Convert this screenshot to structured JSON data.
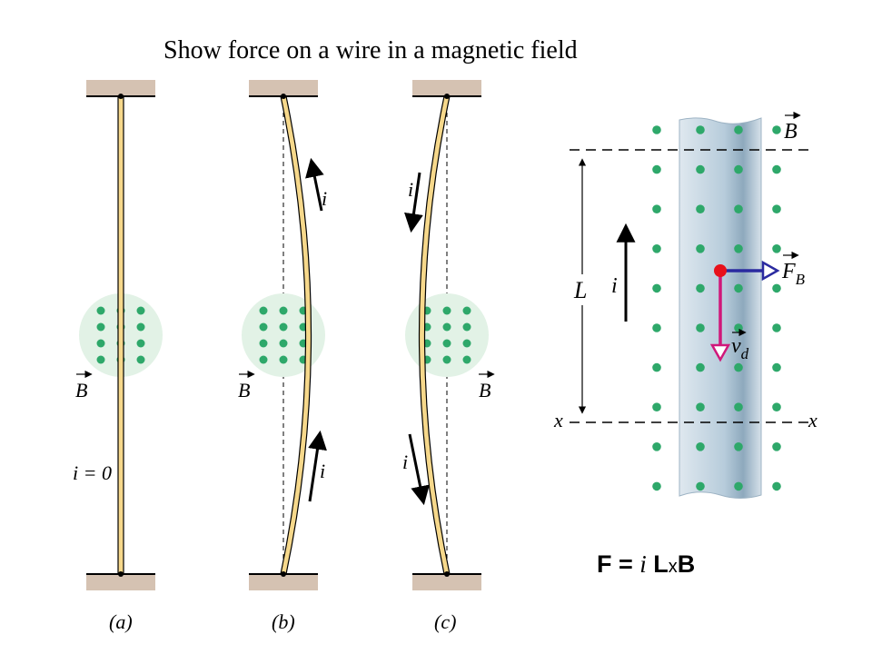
{
  "title": "Show force on a wire in a magnetic field",
  "panels": [
    {
      "label": "(a)",
      "field_symbol": "B",
      "current_label": "i = 0"
    },
    {
      "label": "(b)",
      "field_symbol": "B",
      "current_symbol": "i"
    },
    {
      "label": "(c)",
      "field_symbol": "B",
      "current_symbol": "i"
    }
  ],
  "detail": {
    "field_symbol": "B",
    "length_symbol": "L",
    "current_symbol": "i",
    "force_symbol": "F",
    "force_subscript": "B",
    "velocity_symbol": "v",
    "velocity_subscript": "d",
    "cut_label": "x"
  },
  "formula": {
    "F": "F",
    "eq": " = ",
    "i": "i",
    "L": " L",
    "x": "x",
    "B": "B"
  },
  "colors": {
    "support": "#d5c2b2",
    "wire_fill": "#f6d88b",
    "field_dot": "#2ea86a",
    "field_region": "#e2f2e6",
    "conductor": "#b3c9d8",
    "force_arrow": "#2a2aa0",
    "velocity_arrow": "#d0187a",
    "charge": "#e8101a"
  }
}
